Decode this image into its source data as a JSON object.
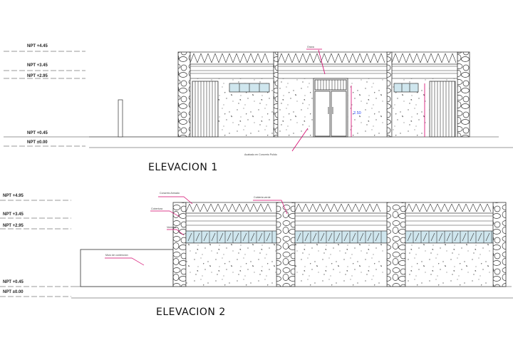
{
  "elevation1": {
    "title": "ELEVACION 1",
    "levels": [
      "NPT +4.45",
      "NPT +3.45",
      "NPT +2.95",
      "NPT +0.45",
      "NPT ±0.00"
    ],
    "notes": {
      "top": "Grava",
      "bottom": "Acabado en Concreto Pulido"
    },
    "dims": [
      "2.10"
    ],
    "colors": {
      "dimension": "#1a3cff",
      "leader": "#d4006a"
    }
  },
  "elevation2": {
    "title": "ELEVACION 2",
    "levels": [
      "NPT +4.95",
      "NPT +3.45",
      "NPT +2.95",
      "NPT +0.45",
      "NPT ±0.00"
    ],
    "notes": {
      "n1": "Concreto Armado",
      "n2": "Cobertura",
      "n3": "Ventana",
      "n4": "Muro de contencion",
      "n5": "Cubierta verde"
    }
  },
  "icons": [
    "stone-hatch",
    "concrete-hatch",
    "truss-pattern",
    "window-band",
    "double-door"
  ]
}
